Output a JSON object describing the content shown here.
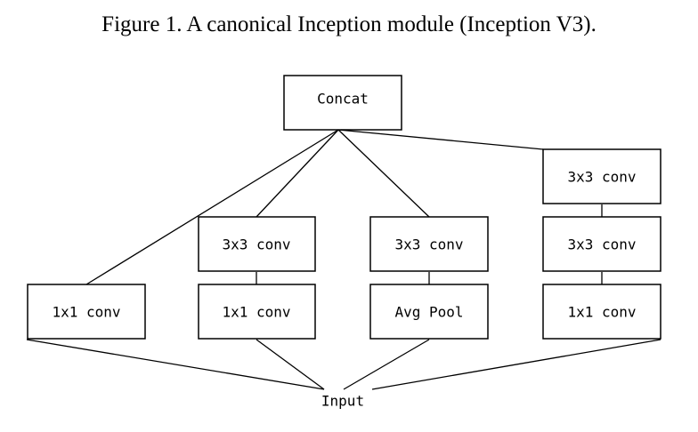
{
  "caption": "Figure 1. A canonical Inception module (Inception V3).",
  "diagram": {
    "top_node": "Concat",
    "bottom_node": "Input",
    "branches": [
      {
        "layers": [
          "1x1 conv"
        ]
      },
      {
        "layers": [
          "3x3 conv",
          "1x1 conv"
        ]
      },
      {
        "layers": [
          "3x3 conv",
          "Avg Pool"
        ]
      },
      {
        "layers": [
          "3x3 conv",
          "3x3 conv",
          "1x1 conv"
        ]
      }
    ]
  }
}
